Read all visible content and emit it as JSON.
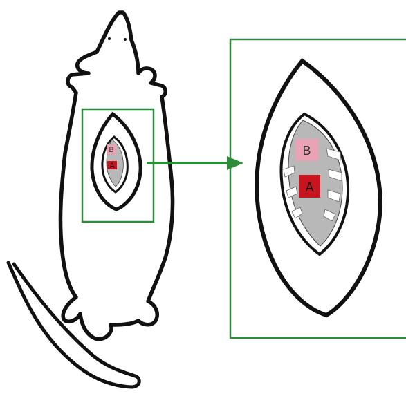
{
  "colors": {
    "outline": "#111111",
    "frame_green": "#2e8b3a",
    "tissue_gray": "#b8b8b8",
    "label_a_fill": "#c8141e",
    "label_b_fill": "#e9a3b4",
    "background": "#ffffff"
  },
  "labels": {
    "small_b": "B",
    "small_a": "A",
    "large_b": "B",
    "large_a": "A"
  },
  "icons": {
    "arrow": "right-arrow-icon"
  }
}
